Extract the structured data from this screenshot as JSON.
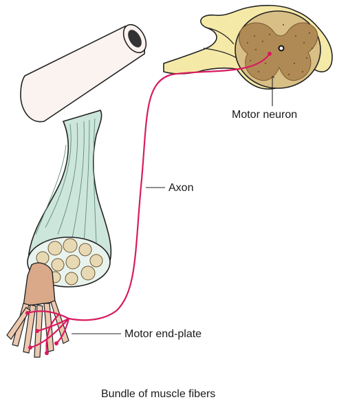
{
  "labels": {
    "motor_neuron": "Motor neuron",
    "axon": "Axon",
    "motor_end_plate": "Motor end-plate",
    "bundle": "Bundle of muscle fibers"
  },
  "colors": {
    "nerve": "#d81b60",
    "muscle": "#cde6dc",
    "tendon": "#faf3f0",
    "spinal_grey": "#b08a55",
    "spinal_white": "#f5e9a8",
    "fascicle": "#e8d9b5",
    "fiber": "#d9a98a"
  }
}
